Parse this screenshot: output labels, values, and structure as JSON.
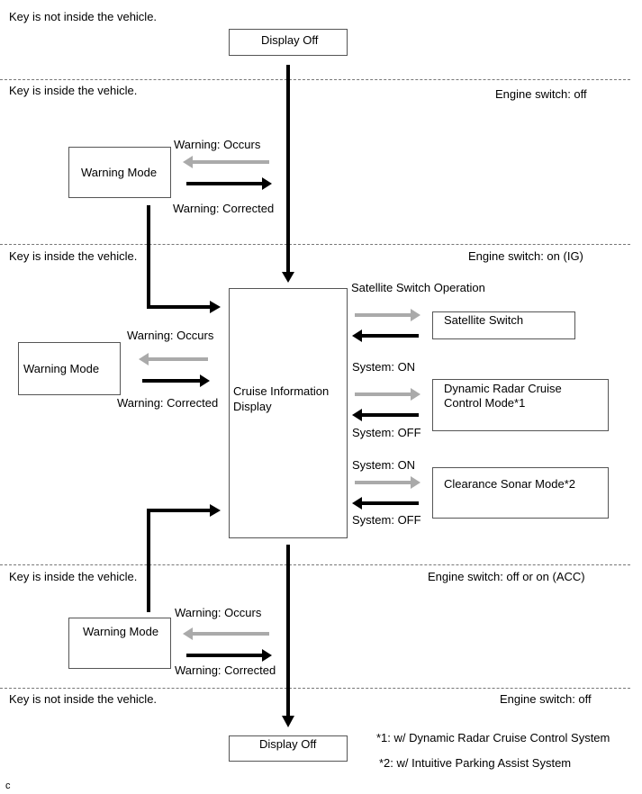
{
  "zones": {
    "z1_left": "Key is not inside the vehicle.",
    "z2_left": "Key is inside the vehicle.",
    "z2_right": "Engine switch: off",
    "z3_left": "Key is inside the vehicle.",
    "z3_right": "Engine switch: on (IG)",
    "z4_left": "Key is inside the vehicle.",
    "z4_right": "Engine switch: off or on (ACC)",
    "z5_left": "Key is not inside the vehicle.",
    "z5_right": "Engine switch: off"
  },
  "boxes": {
    "display_off_top": "Display Off",
    "warning_mode_1": "Warning Mode",
    "warning_mode_2": "Warning Mode",
    "warning_mode_3": "Warning Mode",
    "cruise_info_line1": "Cruise Information",
    "cruise_info_line2": "Display",
    "satellite_switch": "Satellite Switch",
    "dynamic_radar_line1": "Dynamic Radar Cruise",
    "dynamic_radar_line2": "Control Mode*1",
    "clearance_sonar": "Clearance Sonar Mode*2",
    "display_off_bottom": "Display Off"
  },
  "labels": {
    "warning_occurs_1": "Warning: Occurs",
    "warning_corrected_1": "Warning: Corrected",
    "warning_occurs_2": "Warning: Occurs",
    "warning_corrected_2": "Warning: Corrected",
    "warning_occurs_3": "Warning: Occurs",
    "warning_corrected_3": "Warning: Corrected",
    "satellite_op": "Satellite Switch Operation",
    "system_on_1": "System: ON",
    "system_off_1": "System: OFF",
    "system_on_2": "System: ON",
    "system_off_2": "System: OFF"
  },
  "footnotes": {
    "note1": "*1: w/ Dynamic Radar Cruise Control System",
    "note2": "*2: w/ Intuitive Parking Assist System"
  },
  "figure_code": "c",
  "colors": {
    "arrow_dark": "#000000",
    "arrow_light": "#aaaaaa"
  }
}
